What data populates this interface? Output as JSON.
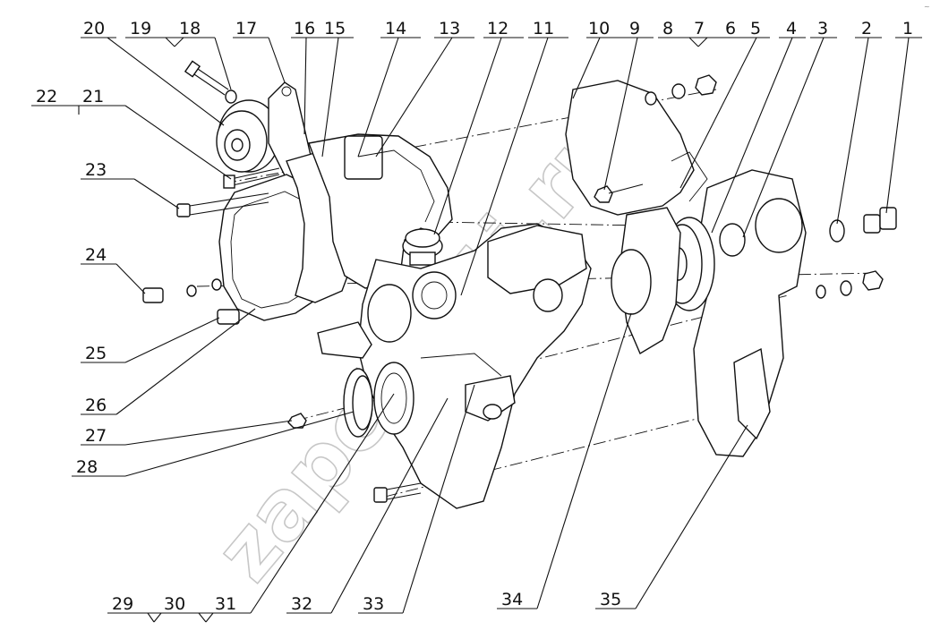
{
  "diagram": {
    "callouts": [
      "1",
      "2",
      "3",
      "4",
      "5",
      "6",
      "7",
      "8",
      "9",
      "10",
      "11",
      "12",
      "13",
      "14",
      "15",
      "16",
      "17",
      "18",
      "19",
      "20",
      "21",
      "22",
      "23",
      "24",
      "25",
      "26",
      "27",
      "28",
      "29",
      "30",
      "31",
      "32",
      "33",
      "34",
      "35"
    ],
    "watermark": "zapchasti.ru",
    "corner_mark": "~"
  }
}
